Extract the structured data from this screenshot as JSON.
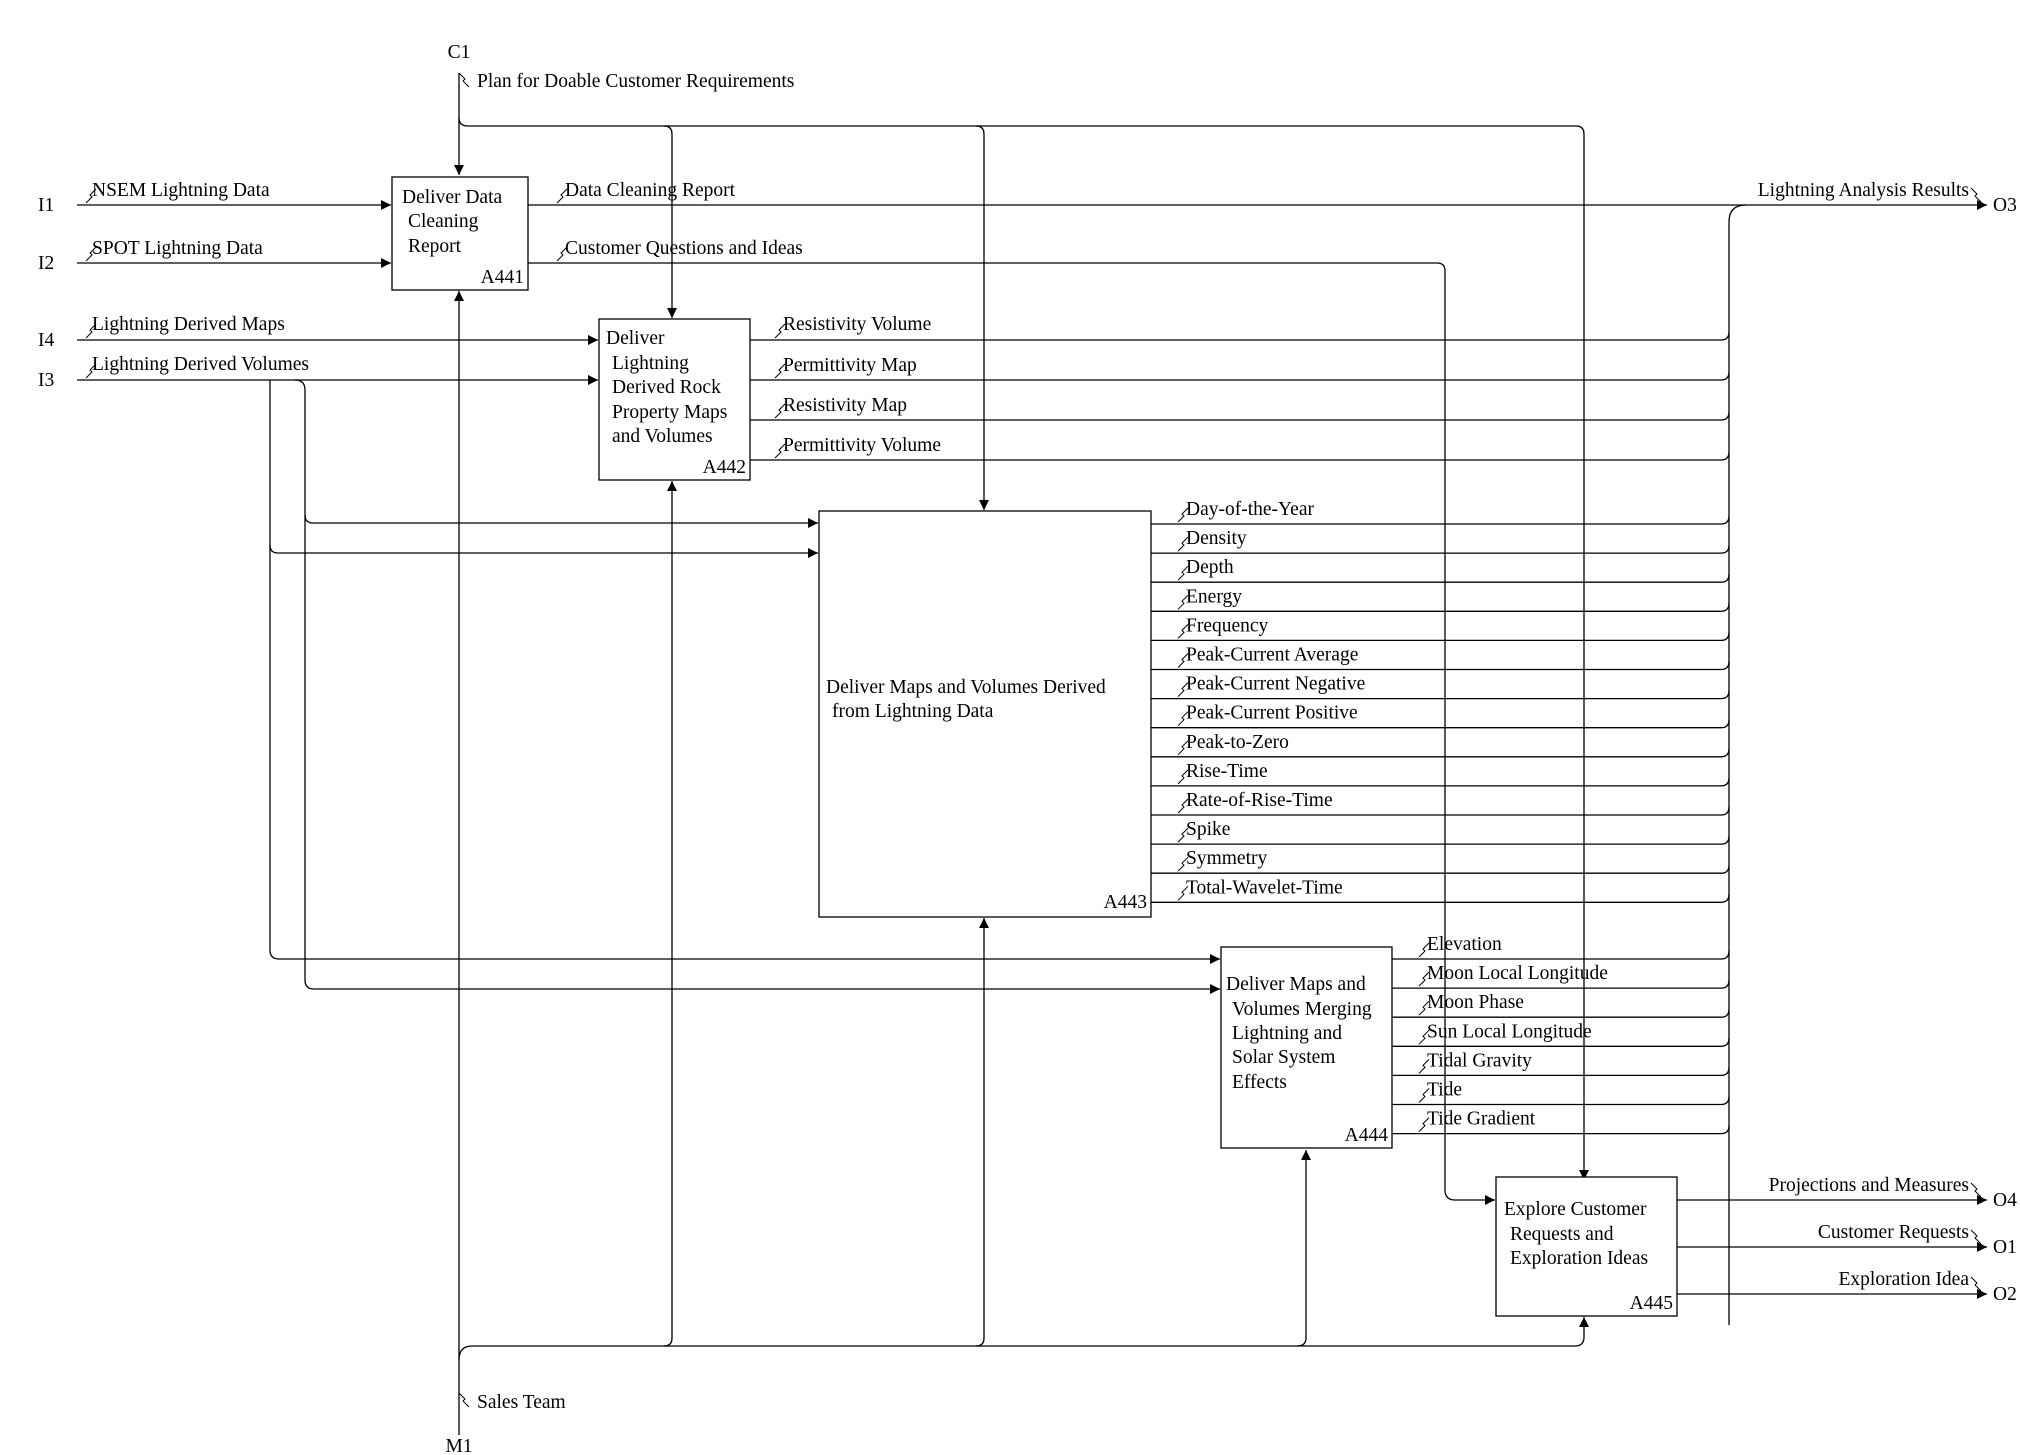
{
  "control": {
    "code": "C1",
    "label": "Plan for Doable Customer Requirements"
  },
  "mechanism": {
    "code": "M1",
    "label": "Sales Team"
  },
  "inputs": [
    {
      "code": "I1",
      "label": "NSEM Lightning Data"
    },
    {
      "code": "I2",
      "label": "SPOT Lightning Data"
    },
    {
      "code": "I4",
      "label": "Lightning Derived Maps"
    },
    {
      "code": "I3",
      "label": "Lightning Derived Volumes"
    }
  ],
  "outputs": [
    {
      "code": "O3",
      "label": "Lightning Analysis Results"
    },
    {
      "code": "O4",
      "label": "Projections and Measures"
    },
    {
      "code": "O1",
      "label": "Customer Requests"
    },
    {
      "code": "O2",
      "label": "Exploration Idea"
    }
  ],
  "boxes": [
    {
      "id": "A441",
      "lines": [
        "Deliver Data",
        "Cleaning",
        "Report"
      ]
    },
    {
      "id": "A442",
      "lines": [
        "Deliver",
        "Lightning",
        "Derived Rock",
        "Property Maps",
        "and Volumes"
      ]
    },
    {
      "id": "A443",
      "lines": [
        "Deliver Maps and Volumes Derived",
        "from Lightning Data"
      ]
    },
    {
      "id": "A444",
      "lines": [
        "Deliver Maps and",
        "Volumes Merging",
        "Lightning and",
        "Solar System",
        "Effects"
      ]
    },
    {
      "id": "A445",
      "lines": [
        "Explore Customer",
        "Requests and",
        "Exploration Ideas"
      ]
    }
  ],
  "a441_outputs": [
    "Data Cleaning Report",
    "Customer Questions and Ideas"
  ],
  "a442_outputs": [
    "Resistivity Volume",
    "Permittivity Map",
    "Resistivity Map",
    "Permittivity Volume"
  ],
  "a443_outputs": [
    "Day-of-the-Year",
    "Density",
    "Depth",
    "Energy",
    "Frequency",
    "Peak-Current Average",
    "Peak-Current Negative",
    "Peak-Current Positive",
    "Peak-to-Zero",
    "Rise-Time",
    "Rate-of-Rise-Time",
    "Spike",
    "Symmetry",
    "Total-Wavelet-Time"
  ],
  "a444_outputs": [
    "Elevation",
    "Moon Local Longitude",
    "Moon Phase",
    "Sun Local Longitude",
    "Tidal Gravity",
    "Tide",
    "Tide Gradient"
  ]
}
